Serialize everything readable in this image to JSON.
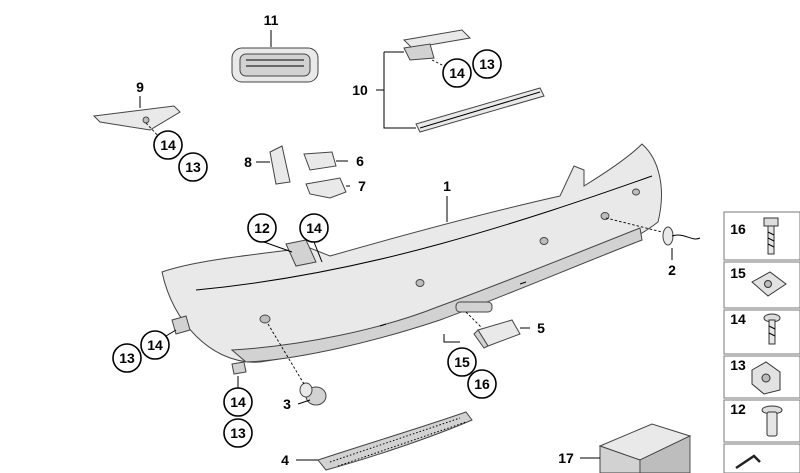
{
  "callouts": [
    {
      "id": "c-11",
      "label": "11"
    },
    {
      "id": "c-10",
      "label": "10"
    },
    {
      "id": "c-14a",
      "label": "14"
    },
    {
      "id": "c-13a",
      "label": "13"
    },
    {
      "id": "c-9",
      "label": "9"
    },
    {
      "id": "c-14b",
      "label": "14"
    },
    {
      "id": "c-13b",
      "label": "13"
    },
    {
      "id": "c-8",
      "label": "8"
    },
    {
      "id": "c-6",
      "label": "6"
    },
    {
      "id": "c-7",
      "label": "7"
    },
    {
      "id": "c-1",
      "label": "1"
    },
    {
      "id": "c-12",
      "label": "12"
    },
    {
      "id": "c-14c",
      "label": "14"
    },
    {
      "id": "c-2",
      "label": "2"
    },
    {
      "id": "c-14d",
      "label": "14"
    },
    {
      "id": "c-13c",
      "label": "13"
    },
    {
      "id": "c-5",
      "label": "5"
    },
    {
      "id": "c-15",
      "label": "15"
    },
    {
      "id": "c-16",
      "label": "16"
    },
    {
      "id": "c-3",
      "label": "3"
    },
    {
      "id": "c-14e",
      "label": "14"
    },
    {
      "id": "c-13d",
      "label": "13"
    },
    {
      "id": "c-4",
      "label": "4"
    },
    {
      "id": "c-17",
      "label": "17"
    }
  ],
  "legend": [
    {
      "label": "16",
      "icon": "bolt-icon"
    },
    {
      "label": "15",
      "icon": "clip-nut-icon"
    },
    {
      "label": "14",
      "icon": "screw-icon"
    },
    {
      "label": "13",
      "icon": "nut-icon"
    },
    {
      "label": "12",
      "icon": "rivet-icon"
    }
  ]
}
